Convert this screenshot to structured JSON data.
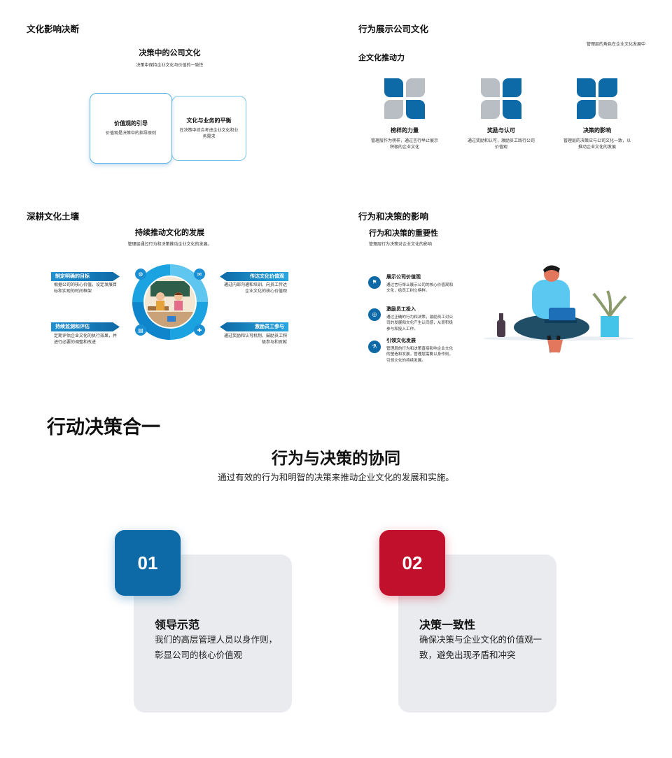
{
  "panel1": {
    "heading": "文化影响决断",
    "title": "决策中的公司文化",
    "subtitle": "决策中保持企业文化与价值的一致性",
    "cards": [
      {
        "title": "价值观的引导",
        "desc": "价值观是决策中的指导原则"
      },
      {
        "title": "文化与业务的平衡",
        "desc": "在决策中综合考虑企业文化和业务需求"
      }
    ]
  },
  "panel2": {
    "heading": "行为展示公司文化",
    "note": "管理层的角色在企业文化发展中",
    "subheading": "企文化推动力",
    "items": [
      {
        "title": "榜样的力量",
        "desc": "管理层作为榜样，通过言行举止展示积极的企业文化",
        "icon": "windows-grid-icon"
      },
      {
        "title": "奖励与认可",
        "desc": "通过奖励和认可，激励员工践行公司价值观",
        "icon": "windows-grid-icon"
      },
      {
        "title": "决策的影响",
        "desc": "管理层的决策应与公司文化一致，以推动企业文化的发展",
        "icon": "windows-grid-icon"
      }
    ],
    "colors": {
      "blue": "#0d6aa6",
      "gray": "#b9bec5"
    }
  },
  "panel3": {
    "heading": "深耕文化土壤",
    "title": "持续推动文化的发展",
    "subtitle": "管理层通过行为和决策推动企业文化的发展。",
    "left": [
      {
        "tag": "制定明确的目标",
        "desc": "根据公司的核心价值，设定发展目标和实现的时间框架"
      },
      {
        "tag": "持续监测和评估",
        "desc": "定期评估企业文化的执行效果，并进行必要的调整和改进"
      }
    ],
    "right": [
      {
        "tag": "传达文化价值观",
        "desc": "通过内部沟通和培训，向员工传达企业文化的核心价值观"
      },
      {
        "tag": "激励员工参与",
        "desc": "通过奖励和认可机制，鼓励员工积极参与和贡献"
      }
    ]
  },
  "panel4": {
    "heading": "行为和决策的影响",
    "title": "行为和决策的重要性",
    "subtitle": "管理层行为决策对企业文化的影响",
    "items": [
      {
        "title": "展示公司价值观",
        "desc": "通过言行举止展示公司的核心价值观和文化，给员工树立榜样。",
        "icon": "tag-icon"
      },
      {
        "title": "激励员工投入",
        "desc": "通过正确的行为和决策，激励员工对公司的发展和文化产生认同感，从而积极参与和投入工作。",
        "icon": "target-icon"
      },
      {
        "title": "引领文化发展",
        "desc": "管理层的行为和决策直接影响企业文化的塑造和发展，管理层需要以身作则，引领文化的持续发展。",
        "icon": "flask-icon"
      }
    ]
  },
  "panel5": {
    "heading": "行动决策合一",
    "title": "行为与决策的协同",
    "subtitle": "通过有效的行为和明智的决策来推动企业文化的发展和实施。",
    "cards": [
      {
        "num": "01",
        "title": "领导示范",
        "desc": "我们的高层管理人员以身作则，彰显公司的核心价值观",
        "color": "#0d6aa6"
      },
      {
        "num": "02",
        "title": "决策一致性",
        "desc": "确保决策与企业文化的价值观一致，避免出现矛盾和冲突",
        "color": "#c0102c"
      }
    ]
  }
}
